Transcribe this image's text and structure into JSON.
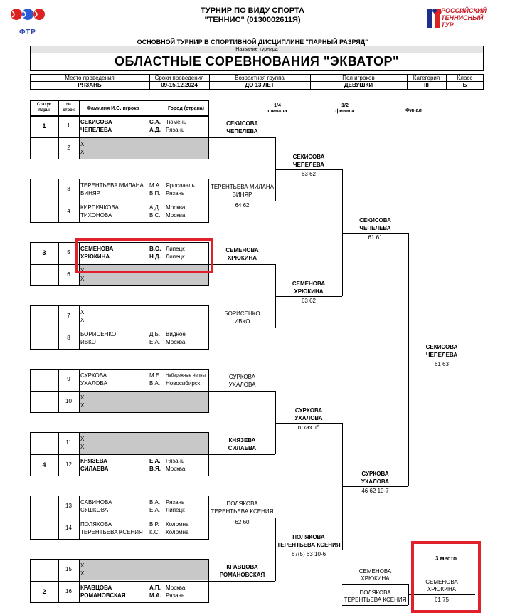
{
  "header": {
    "line1": "ТУРНИР ПО ВИДУ СПОРТА",
    "line2": "\"ТЕННИС\" (0130002611Я)",
    "logo_left": "ФТР",
    "logo_right": [
      "РОССИЙСКИЙ",
      "ТЕННИСНЫЙ",
      "ТУР"
    ],
    "main_event": "ОСНОВНОЙ ТУРНИР В СПОРТИВНОЙ ДИСЦИПЛИНЕ \"ПАРНЫЙ РАЗРЯД\"",
    "name_label": "Название турнира",
    "tournament_name": "ОБЛАСТНЫЕ СОРЕВНОВАНИЯ \"ЭКВАТОР\""
  },
  "info": {
    "labels": [
      "Место проведения",
      "Сроки проведения",
      "Возрастная группа",
      "Пол игроков",
      "Категория",
      "Класс"
    ],
    "values": [
      "РЯЗАНЬ",
      "09-15.12.2024",
      "ДО 13 ЛЕТ",
      "ДЕВУШКИ",
      "III",
      "Б"
    ]
  },
  "columns": {
    "status": [
      "Статус",
      "пары"
    ],
    "num": [
      "№",
      "строк"
    ],
    "name": "Фамилия И.О. игрока",
    "city": "Город (страна)",
    "qf": [
      "1/4",
      "финала"
    ],
    "sf": [
      "1/2",
      "финала"
    ],
    "final": "Финал"
  },
  "rows": [
    {
      "status": "1",
      "num": "1",
      "p1": "СЕКИСОВА",
      "i1": "С.А.",
      "c1": "Тюмень",
      "p2": "ЧЕПЕЛЕВА",
      "i2": "А.Д.",
      "c2": "Рязань"
    },
    {
      "status": "",
      "num": "2",
      "p1": "Х",
      "i1": "",
      "c1": "",
      "p2": "Х",
      "i2": "",
      "c2": ""
    },
    {
      "status": "",
      "num": "3",
      "p1": "ТЕРЕНТЬЕВА МИЛАНА",
      "i1": "М.А.",
      "c1": "Ярославль",
      "p2": "ВИНЯР",
      "i2": "В.П.",
      "c2": "Рязань"
    },
    {
      "status": "",
      "num": "4",
      "p1": "КИРПИЧКОВА",
      "i1": "А.Д.",
      "c1": "Москва",
      "p2": "ТИХОНОВА",
      "i2": "В.С.",
      "c2": "Москва"
    },
    {
      "status": "3",
      "num": "5",
      "p1": "СЕМЕНОВА",
      "i1": "В.О.",
      "c1": "Липецк",
      "p2": "ХРЮКИНА",
      "i2": "Н.Д.",
      "c2": "Липецк"
    },
    {
      "status": "",
      "num": "6",
      "p1": "Х",
      "i1": "",
      "c1": "",
      "p2": "Х",
      "i2": "",
      "c2": ""
    },
    {
      "status": "",
      "num": "7",
      "p1": "Х",
      "i1": "",
      "c1": "",
      "p2": "Х",
      "i2": "",
      "c2": ""
    },
    {
      "status": "",
      "num": "8",
      "p1": "БОРИСЕНКО",
      "i1": "Д.Б.",
      "c1": "Видное",
      "p2": "ИВКО",
      "i2": "Е.А.",
      "c2": "Москва"
    },
    {
      "status": "",
      "num": "9",
      "p1": "СУРКОВА",
      "i1": "М.Е.",
      "c1": "Набережные Челны",
      "p2": "УХАЛОВА",
      "i2": "В.А.",
      "c2": "Новосибирск"
    },
    {
      "status": "",
      "num": "10",
      "p1": "Х",
      "i1": "",
      "c1": "",
      "p2": "Х",
      "i2": "",
      "c2": ""
    },
    {
      "status": "",
      "num": "11",
      "p1": "Х",
      "i1": "",
      "c1": "",
      "p2": "Х",
      "i2": "",
      "c2": ""
    },
    {
      "status": "4",
      "num": "12",
      "p1": "КНЯЗЕВА",
      "i1": "Е.А.",
      "c1": "Рязань",
      "p2": "СИЛАЕВА",
      "i2": "В.Я.",
      "c2": "Москва"
    },
    {
      "status": "",
      "num": "13",
      "p1": "САВИНОВА",
      "i1": "В.А.",
      "c1": "Рязань",
      "p2": "СУШКОВА",
      "i2": "Е.А.",
      "c2": "Липецк"
    },
    {
      "status": "",
      "num": "14",
      "p1": "ПОЛЯКОВА",
      "i1": "В.Р.",
      "c1": "Коломна",
      "p2": "ТЕРЕНТЬЕВА КСЕНИЯ",
      "i2": "К.С.",
      "c2": "Коломна"
    },
    {
      "status": "",
      "num": "15",
      "p1": "Х",
      "i1": "",
      "c1": "",
      "p2": "Х",
      "i2": "",
      "c2": ""
    },
    {
      "status": "2",
      "num": "16",
      "p1": "КРАВЦОВА",
      "i1": "А.П.",
      "c1": "Москва",
      "p2": "РОМАНОВСКАЯ",
      "i2": "М.А.",
      "c2": "Рязань"
    }
  ],
  "r1": [
    {
      "a": "СЕКИСОВА",
      "b": "ЧЕПЕЛЕВА",
      "score": ""
    },
    {
      "a": "ТЕРЕНТЬЕВА МИЛАНА",
      "b": "ВИНЯР",
      "score": "64  62"
    },
    {
      "a": "СЕМЕНОВА",
      "b": "ХРЮКИНА",
      "score": ""
    },
    {
      "a": "БОРИСЕНКО",
      "b": "ИВКО",
      "score": ""
    },
    {
      "a": "СУРКОВА",
      "b": "УХАЛОВА",
      "score": ""
    },
    {
      "a": "КНЯЗЕВА",
      "b": "СИЛАЕВА",
      "score": ""
    },
    {
      "a": "ПОЛЯКОВА",
      "b": "ТЕРЕНТЬЕВА КСЕНИЯ",
      "score": "62  60"
    },
    {
      "a": "КРАВЦОВА",
      "b": "РОМАНОВСКАЯ",
      "score": ""
    }
  ],
  "qf": [
    {
      "a": "СЕКИСОВА",
      "b": "ЧЕПЕЛЕВА",
      "score": "63  62"
    },
    {
      "a": "СЕМЕНОВА",
      "b": "ХРЮКИНА",
      "score": "63  62"
    },
    {
      "a": "СУРКОВА",
      "b": "УХАЛОВА",
      "score": "отказ пб"
    },
    {
      "a": "ПОЛЯКОВА",
      "b": "ТЕРЕНТЬЕВА КСЕНИЯ",
      "score": "67(5)  63  10-6"
    }
  ],
  "sf": [
    {
      "a": "СЕКИСОВА",
      "b": "ЧЕПЕЛЕВА",
      "score": "61  61"
    },
    {
      "a": "СУРКОВА",
      "b": "УХАЛОВА",
      "score": "46  62  10-7"
    }
  ],
  "final": {
    "a": "СЕКИСОВА",
    "b": "ЧЕПЕЛЕВА",
    "score": "61  63"
  },
  "third": {
    "label": "3 место",
    "p1a": "СЕМЕНОВА",
    "p1b": "ХРЮКИНА",
    "p2a": "ПОЛЯКОВА",
    "p2b": "ТЕРЕНТЬЕВА КСЕНИЯ",
    "wa": "СЕМЕНОВА",
    "wb": "ХРЮКИНА",
    "score": "61  75"
  },
  "colors": {
    "highlight": "#e0202a",
    "bye": "#c8c8c8"
  }
}
